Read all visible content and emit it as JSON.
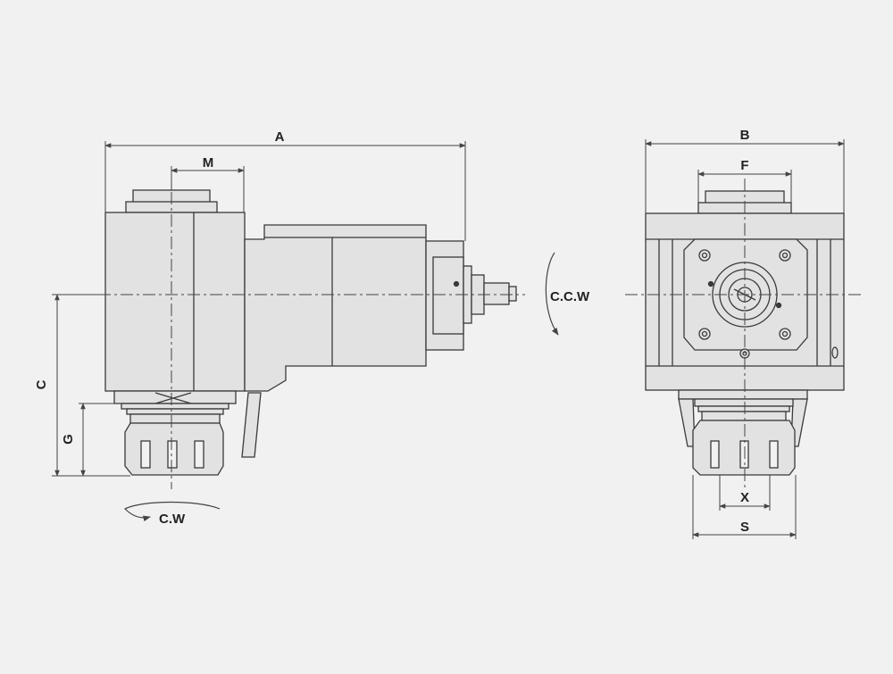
{
  "colors": {
    "background": "#f1f1f1",
    "body_fill": "#e2e2e2",
    "body_stroke": "#3a3a3a",
    "dim_stroke": "#444444",
    "text": "#222222"
  },
  "side_view": {
    "dims": {
      "A": "A",
      "M": "M",
      "C": "C",
      "G": "G"
    },
    "rotation_label": "C.C.W",
    "spindle_rotation_label": "C.W"
  },
  "front_view": {
    "dims": {
      "B": "B",
      "F": "F",
      "X": "X",
      "S": "S"
    }
  }
}
